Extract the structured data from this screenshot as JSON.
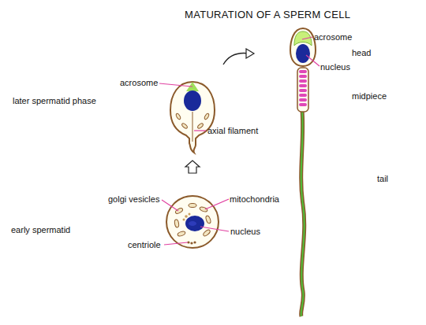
{
  "diagram": {
    "title": "MATURATION OF A SPERM CELL",
    "labels": [
      "acrosome",
      "head",
      "nucleus",
      "midpiece",
      "acrosome",
      "later spermatid phase",
      "axial filament",
      "tail",
      "golgi vesicles",
      "mitochondria",
      "early spermatid",
      "nucleus",
      "centriole"
    ]
  }
}
